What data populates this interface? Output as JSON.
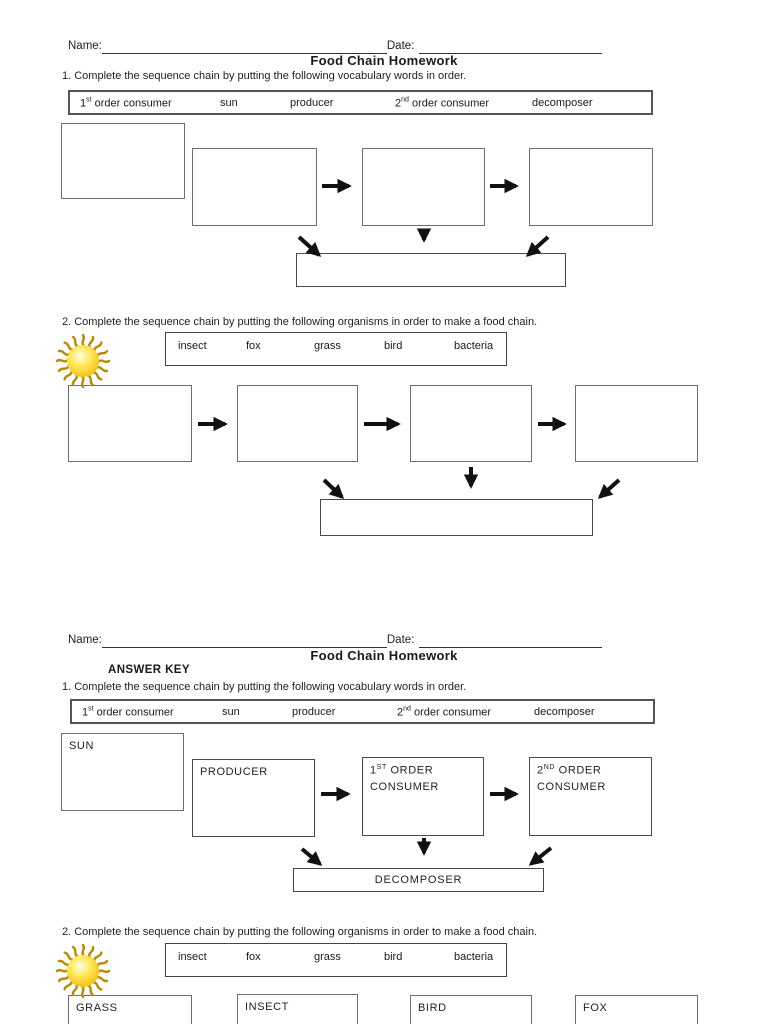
{
  "document": {
    "header": {
      "name_label": "Name:",
      "date_label": "Date:"
    },
    "title": "Food Chain Homework",
    "answer_key_label": "ANSWER KEY",
    "q1_text": "1.  Complete the sequence chain by putting the following vocabulary words in order.",
    "q2_text": "2.  Complete the sequence chain by putting the following organisms in order to make a food chain.",
    "vocab_bank": [
      {
        "pre": "1",
        "sup": "st",
        "post": " order consumer"
      },
      {
        "pre": "sun",
        "sup": "",
        "post": ""
      },
      {
        "pre": "producer",
        "sup": "",
        "post": ""
      },
      {
        "pre": "2",
        "sup": "nd",
        "post": " order consumer"
      },
      {
        "pre": "decomposer",
        "sup": "",
        "post": ""
      }
    ],
    "organism_bank": [
      "insect",
      "fox",
      "grass",
      "bird",
      "bacteria"
    ],
    "answers_q1": {
      "sun": "SUN",
      "producer": "PRODUCER",
      "first_order": {
        "pre": "1",
        "sup": "ST",
        "post": " ORDER CONSUMER"
      },
      "second_order": {
        "pre": "2",
        "sup": "ND",
        "post": " ORDER CONSUMER"
      },
      "decomposer": "DECOMPOSER"
    },
    "answers_q2": [
      "GRASS",
      "INSECT",
      "BIRD",
      "FOX"
    ]
  },
  "icons": {
    "sun": "sun-clipart"
  },
  "colors": {
    "sun_yellow": "#F5C400",
    "sun_highlight": "#FFFDE8",
    "ray_gold": "#B98B00",
    "ink": "#1A1A1A",
    "box_border_gray": "#6E6E6E",
    "arrow_black": "#111111"
  }
}
